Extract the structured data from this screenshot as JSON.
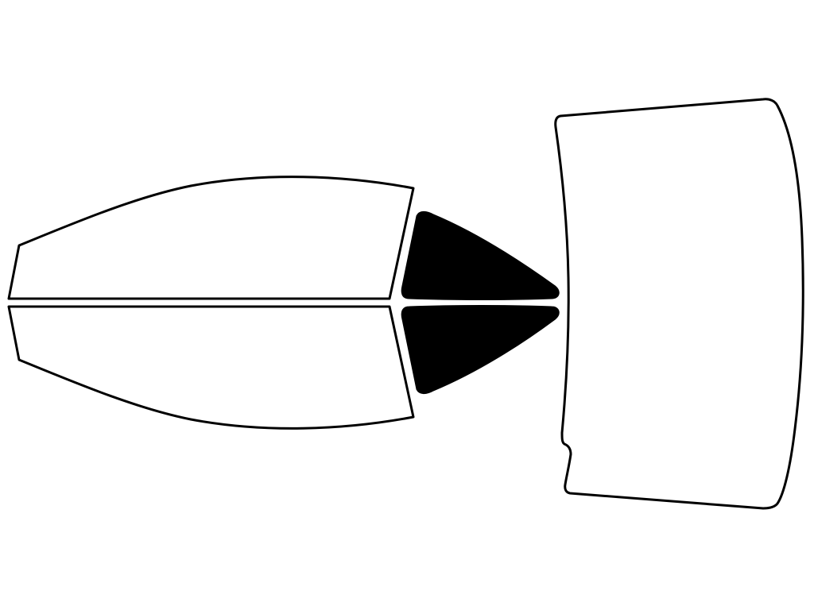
{
  "colors": {
    "background": "#ffffff",
    "outline": "#000000",
    "clear_fill": "#ffffff",
    "tinted_fill": "#000000"
  },
  "pieces": [
    {
      "id": "front-door-window-top",
      "tint": "clear"
    },
    {
      "id": "front-door-window-bottom",
      "tint": "clear"
    },
    {
      "id": "rear-quarter-window-top",
      "tint": "dark"
    },
    {
      "id": "rear-quarter-window-bottom",
      "tint": "dark"
    },
    {
      "id": "rear-windshield",
      "tint": "clear"
    }
  ]
}
